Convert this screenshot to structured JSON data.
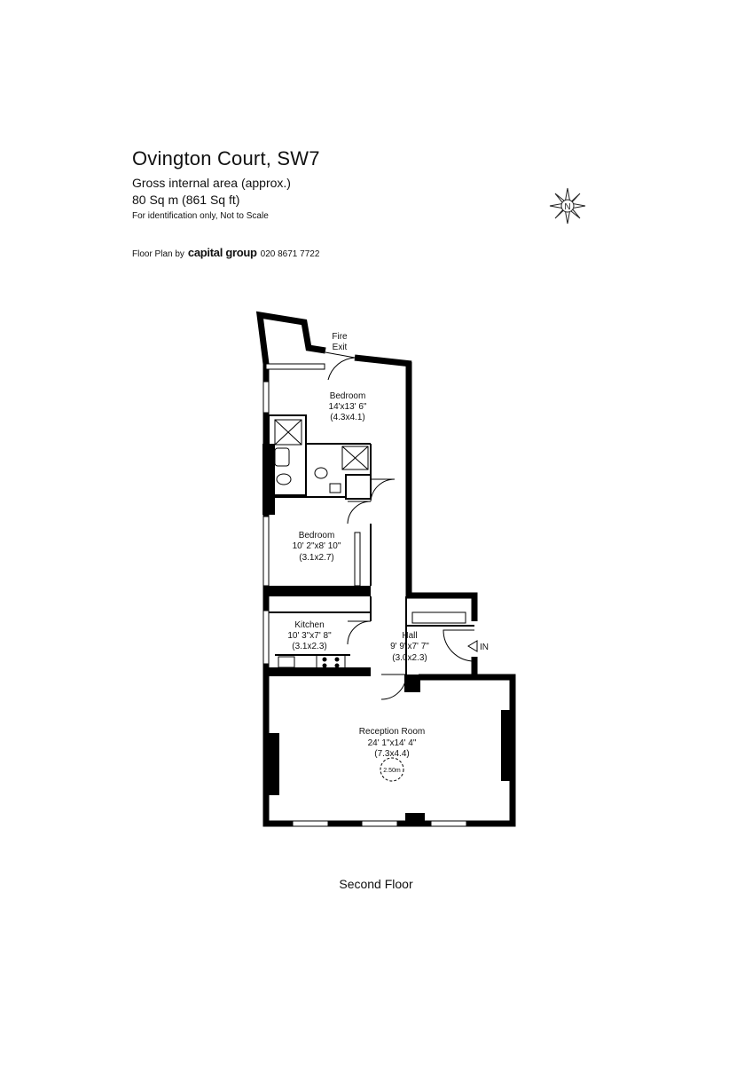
{
  "header": {
    "title": "Ovington Court, SW7",
    "area_label": "Gross internal area (approx.)",
    "area_value": "80 Sq m (861 Sq ft)",
    "disclaimer": "For identification only, Not to Scale",
    "credit_prefix": "Floor Plan by",
    "credit_brand": "capital group",
    "credit_phone": "020 8671 7722"
  },
  "compass": {
    "icon": "compass-icon",
    "letter": "N"
  },
  "rooms": {
    "fire_exit": {
      "line1": "Fire",
      "line2": "Exit"
    },
    "bedroom1": {
      "name": "Bedroom",
      "imperial": "14'x13' 6\"",
      "metric": "(4.3x4.1)"
    },
    "bedroom2": {
      "name": "Bedroom",
      "imperial": "10' 2\"x8' 10\"",
      "metric": "(3.1x2.7)"
    },
    "kitchen": {
      "name": "Kitchen",
      "imperial": "10' 3\"x7' 8\"",
      "metric": "(3.1x2.3)"
    },
    "hall": {
      "name": "Hall",
      "imperial": "9' 9\"x7' 7\"",
      "metric": "(3.0x2.3)"
    },
    "reception": {
      "name": "Reception Room",
      "imperial": "24' 1\"x14' 4\"",
      "metric": "(7.3x4.4)",
      "ceiling": "2.50m"
    }
  },
  "entrance_label": "IN",
  "floor_label": "Second Floor"
}
